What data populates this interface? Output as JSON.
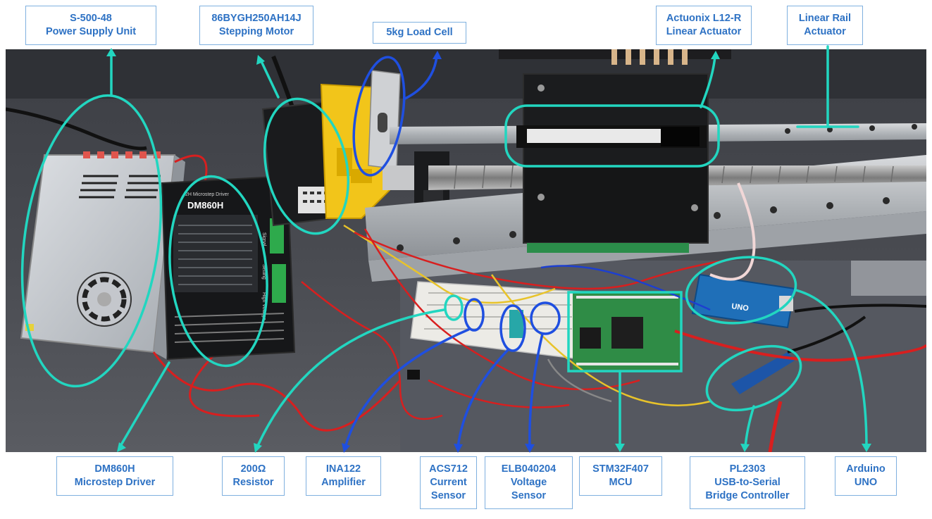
{
  "labels": {
    "psu": {
      "line1": "S-500-48",
      "line2": "Power Supply Unit"
    },
    "motor": {
      "line1": "86BYGH250AH14J",
      "line2": "Stepping Motor"
    },
    "loadcell": {
      "line1": "5kg Load Cell"
    },
    "actuonix": {
      "line1": "Actuonix L12-R",
      "line2": "Linear Actuator"
    },
    "rail": {
      "line1": "Linear Rail",
      "line2": "Actuator"
    },
    "driver": {
      "line1": "DM860H",
      "line2": "Microstep Driver"
    },
    "resistor": {
      "line1": "200Ω",
      "line2": "Resistor"
    },
    "ina": {
      "line1": "INA122",
      "line2": "Amplifier"
    },
    "acs": {
      "line1": "ACS712",
      "line2": "Current",
      "line3": "Sensor"
    },
    "elb": {
      "line1": "ELB040204",
      "line2": "Voltage",
      "line3": "Sensor"
    },
    "stm": {
      "line1": "STM32F407",
      "line2": "MCU"
    },
    "pl": {
      "line1": "PL2303",
      "line2": "USB-to-Serial",
      "line3": "Bridge Controller"
    },
    "uno": {
      "line1": "Arduino",
      "line2": "UNO"
    }
  },
  "device_text": {
    "driver_header": "2H Microstep Driver",
    "driver_model": "DM860H",
    "driver_signal": "Signal",
    "driver_setting": "Setting",
    "driver_high_voltage": "High Voltage",
    "uno_brand": "UNO"
  },
  "colors": {
    "label_text": "#2e72c4",
    "label_border": "#7fb0df",
    "teal_annotation": "#22d6c0",
    "blue_annotation": "#1f4fe0"
  }
}
